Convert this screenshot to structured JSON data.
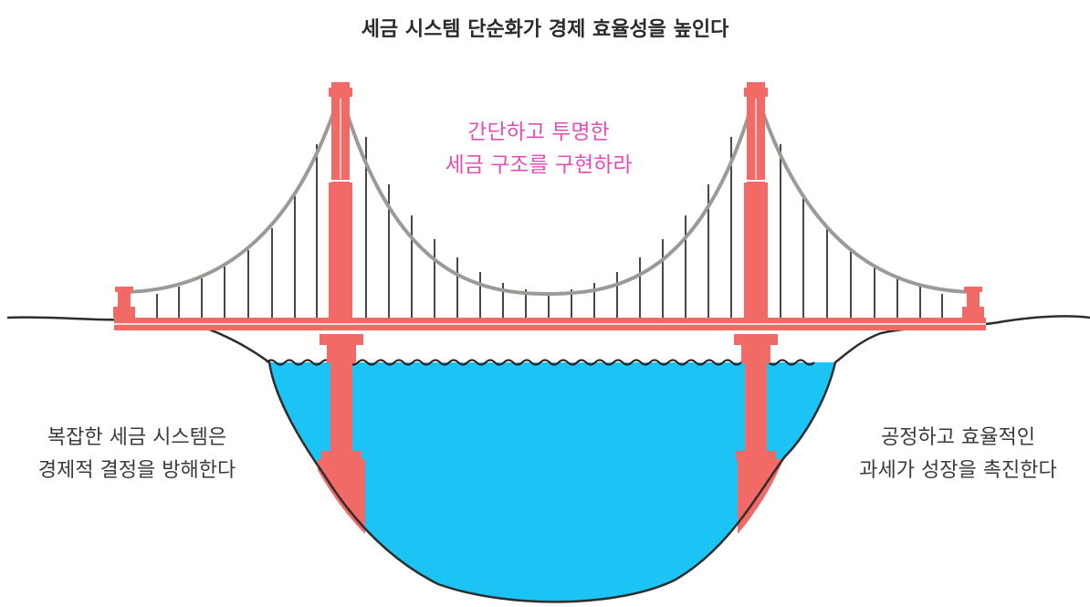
{
  "title": "세금 시스템 단순화가 경제 효율성을 높인다",
  "center": {
    "line1": "간단하고 투명한",
    "line2": "세금 구조를 구현하라"
  },
  "left": {
    "line1": "복잡한 세금 시스템은",
    "line2": "경제적 결정을 방해한다"
  },
  "right": {
    "line1": "공정하고 효율적인",
    "line2": "과세가 성장을 촉진한다"
  },
  "colors": {
    "tower": "#f26a66",
    "water": "#1cc3f5",
    "cable": "#9a9a96",
    "ground_line": "#3a3a3a",
    "center_text": "#e04fb6"
  }
}
